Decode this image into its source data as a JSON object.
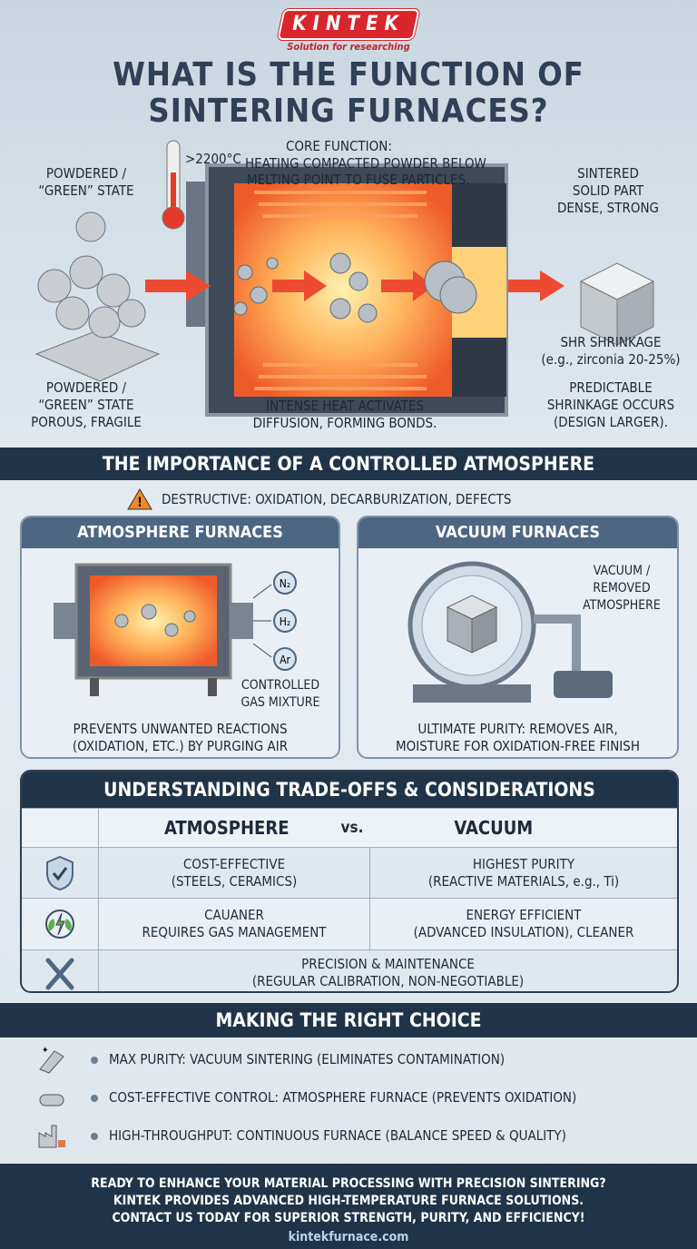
{
  "header": {
    "logo_text": "KINTEK",
    "tagline": "Solution for researching",
    "title_line1": "WHAT IS THE FUNCTION OF",
    "title_line2": "SINTERING FURNACES?"
  },
  "process": {
    "temperature": ">2200°C",
    "core_label": "CORE FUNCTION:",
    "core_text1": "HEATING COMPACTED POWDER BELOW",
    "core_text2": "MELTING POINT TO FUSE PARTICLES.",
    "green_top1": "POWDERED /",
    "green_top2": "“GREEN” STATE",
    "green_bottom1": "POWDERED /",
    "green_bottom2": "“GREEN” STATE",
    "green_bottom3": "POROUS, FRAGILE",
    "heat1": "INTENSE HEAT ACTIVATES",
    "heat2": "DIFFUSION, FORMING BONDS.",
    "sintered1": "SINTERED",
    "sintered2": "SOLID PART",
    "sintered3": "DENSE, STRONG",
    "shrink1": "SHR SHRINKAGE",
    "shrink2": "(e.g., zirconia 20-25%)",
    "predict1": "PREDICTABLE",
    "predict2": "SHRINKAGE OCCURS",
    "predict3": "(DESIGN LARGER)."
  },
  "atmosphere": {
    "band_title": "THE IMPORTANCE OF A CONTROLLED ATMOSPHERE",
    "warning": "DESTRUCTIVE: OXIDATION, DECARBURIZATION, DEFECTS",
    "atm_card": {
      "title": "ATMOSPHERE FURNACES",
      "gases": [
        "N₂",
        "H₂",
        "Ar"
      ],
      "gas_label1": "CONTROLLED",
      "gas_label2": "GAS MIXTURE",
      "caption1": "PREVENTS UNWANTED REACTIONS",
      "caption2": "(OXIDATION, ETC.) BY PURGING AIR"
    },
    "vac_card": {
      "title": "VACUUM FURNACES",
      "label1": "VACUUM /",
      "label2": "REMOVED",
      "label3": "ATMOSPHERE",
      "caption1": "ULTIMATE PURITY: REMOVES AIR,",
      "caption2": "MOISTURE FOR OXIDATION-FREE FINISH"
    }
  },
  "tradeoffs": {
    "title": "UNDERSTANDING TRADE-OFFS & CONSIDERATIONS",
    "col_atm": "ATMOSPHERE",
    "vs": "vs.",
    "col_vac": "VACUUM",
    "rows": [
      {
        "icon": "shield-check-icon",
        "atm1": "COST-EFFECTIVE",
        "atm2": "(STEELS, CERAMICS)",
        "vac1": "HIGHEST PURITY",
        "vac2": "(REACTIVE MATERIALS, e.g., Ti)"
      },
      {
        "icon": "energy-leaf-icon",
        "atm1": "CAUANER",
        "atm2": "REQUIRES GAS MANAGEMENT",
        "vac1": "ENERGY EFFICIENT",
        "vac2": "(ADVANCED INSULATION), CLEANER"
      },
      {
        "icon": "tools-icon",
        "both1": "PRECISION & MAINTENANCE",
        "both2": "(REGULAR CALIBRATION, NON-NEGOTIABLE)"
      }
    ]
  },
  "choice": {
    "title": "MAKING THE RIGHT CHOICE",
    "items": [
      {
        "icon": "purity-icon",
        "text": "MAX PURITY: VACUUM SINTERING (ELIMINATES CONTAMINATION)"
      },
      {
        "icon": "metal-bar-icon",
        "text": "COST-EFFECTIVE CONTROL: ATMOSPHERE FURNACE (PREVENTS OXIDATION)"
      },
      {
        "icon": "factory-icon",
        "text": "HIGH-THROUGHPUT: CONTINUOUS FURNACE (BALANCE SPEED & QUALITY)"
      }
    ]
  },
  "footer": {
    "line1": "READY TO ENHANCE YOUR MATERIAL PROCESSING WITH PRECISION SINTERING?",
    "line2": "KINTEK PROVIDES ADVANCED HIGH-TEMPERATURE FURNACE SOLUTIONS.",
    "line3": "CONTACT US TODAY FOR SUPERIOR STRENGTH, PURITY, AND EFFICIENCY!",
    "website": "kintekfurnace.com"
  },
  "colors": {
    "brand_red": "#d8262c",
    "navy": "#1f3448",
    "heat_orange": "#f26a2e"
  }
}
